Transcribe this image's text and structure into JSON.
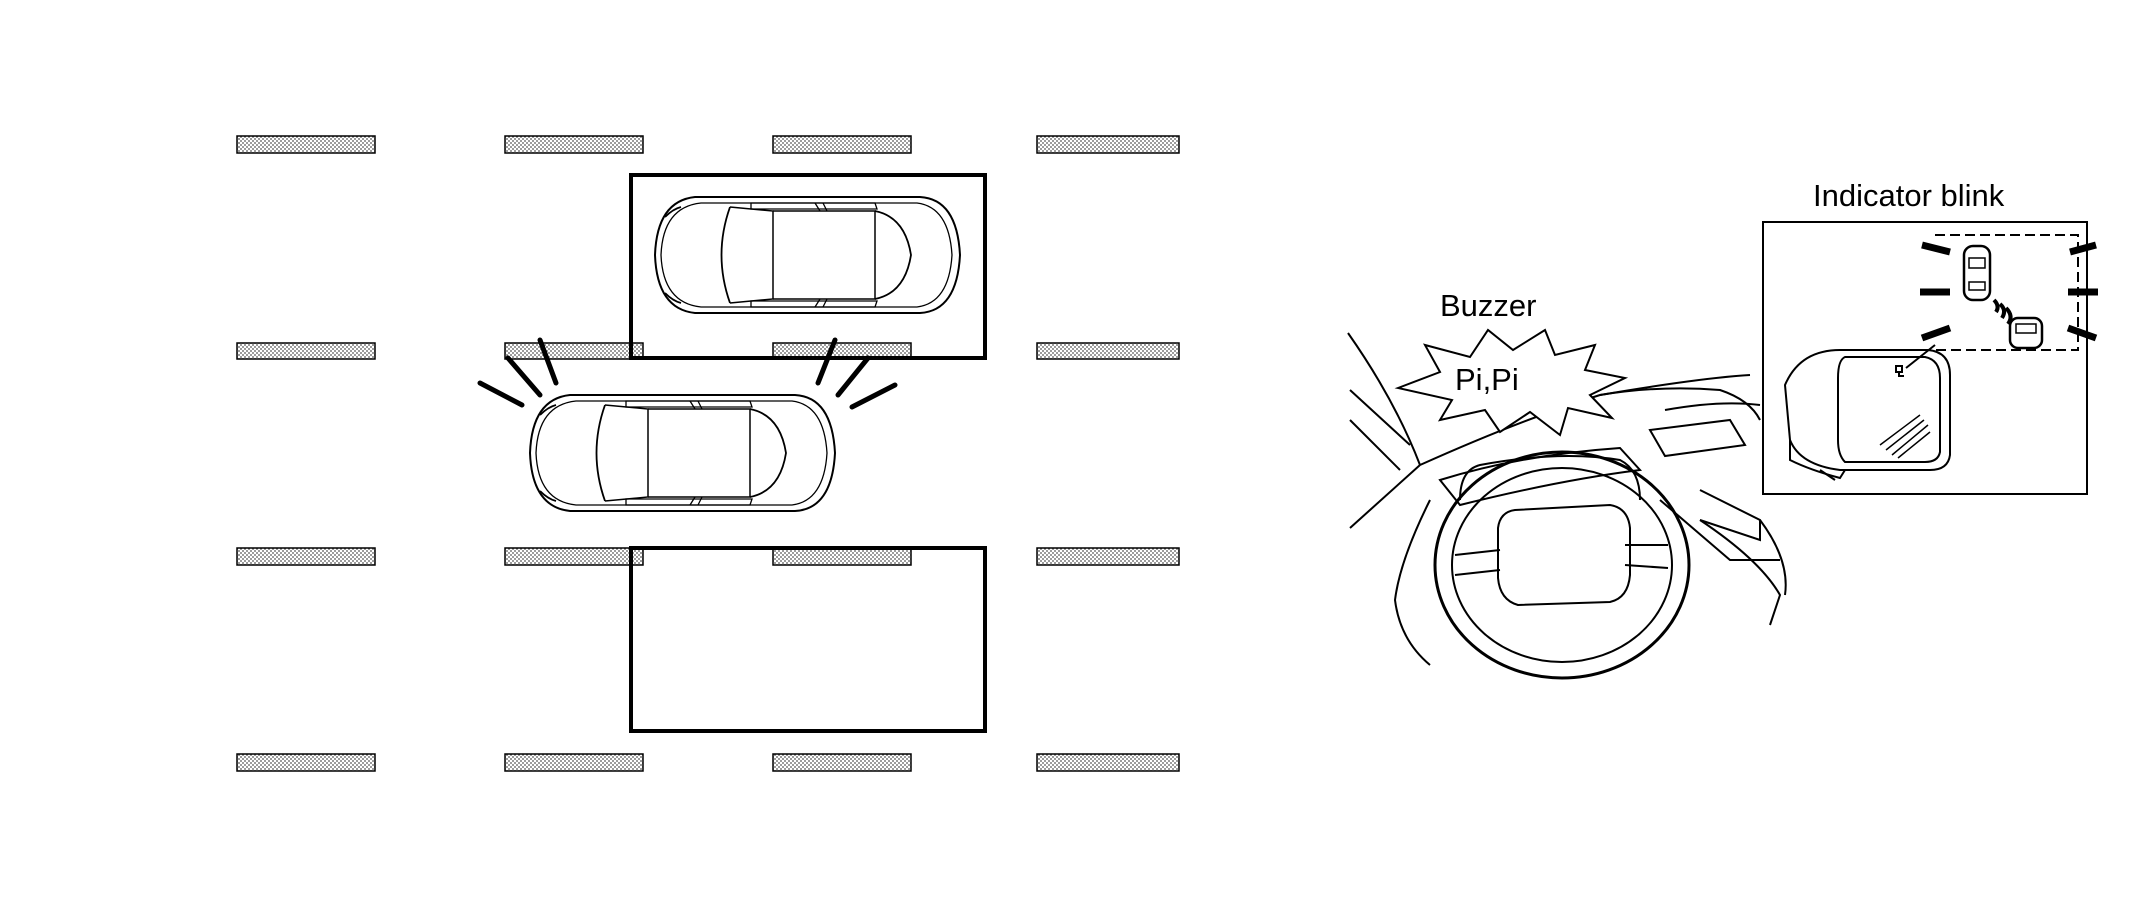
{
  "labels": {
    "buzzer": "Buzzer",
    "buzzer_sound": "Pi,Pi",
    "indicator": "Indicator blink"
  },
  "colors": {
    "ink": "#000000",
    "lane_fill": "#d0d0d0",
    "background": "#ffffff"
  }
}
